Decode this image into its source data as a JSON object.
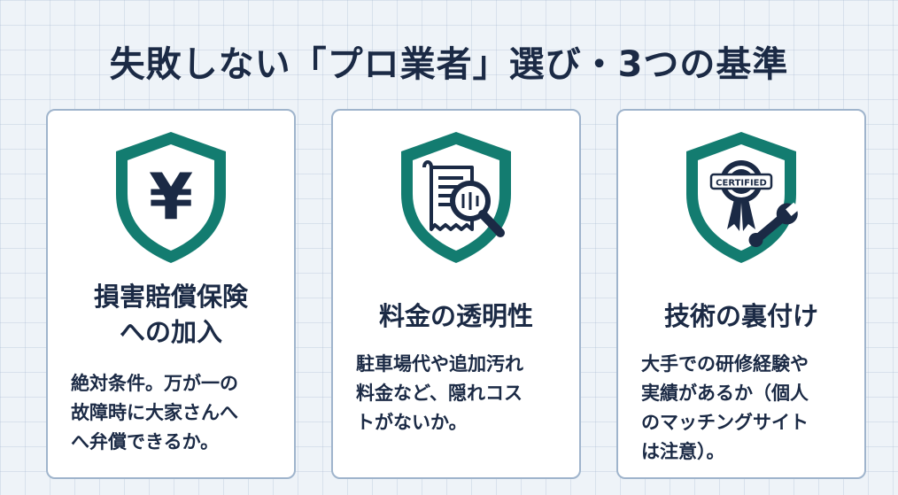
{
  "title": "失敗しない「プロ業者」選び・3つの基準",
  "colors": {
    "accent": "#137c70",
    "navy": "#1b2a45",
    "card_border": "#9fb4cc"
  },
  "cards": [
    {
      "icon": "yen-shield-icon",
      "title_lines": [
        "損害賠償保険",
        "への加入"
      ],
      "desc_lines": [
        "絶対条件。万が一の",
        "故障時に大家さんへ",
        "へ弁償できるか。"
      ]
    },
    {
      "icon": "receipt-magnifier-shield-icon",
      "title_lines": [
        "料金の透明性"
      ],
      "desc_lines": [
        "駐車場代や追加汚れ",
        "料金など、隠れコス",
        "トがないか。"
      ]
    },
    {
      "icon": "certified-wrench-shield-icon",
      "badge_text": "CERTIFIED",
      "title_lines": [
        "技術の裏付け"
      ],
      "desc_lines": [
        "大手での研修経験や",
        "実績があるか（個人",
        "のマッチングサイト",
        "は注意）。"
      ]
    }
  ]
}
